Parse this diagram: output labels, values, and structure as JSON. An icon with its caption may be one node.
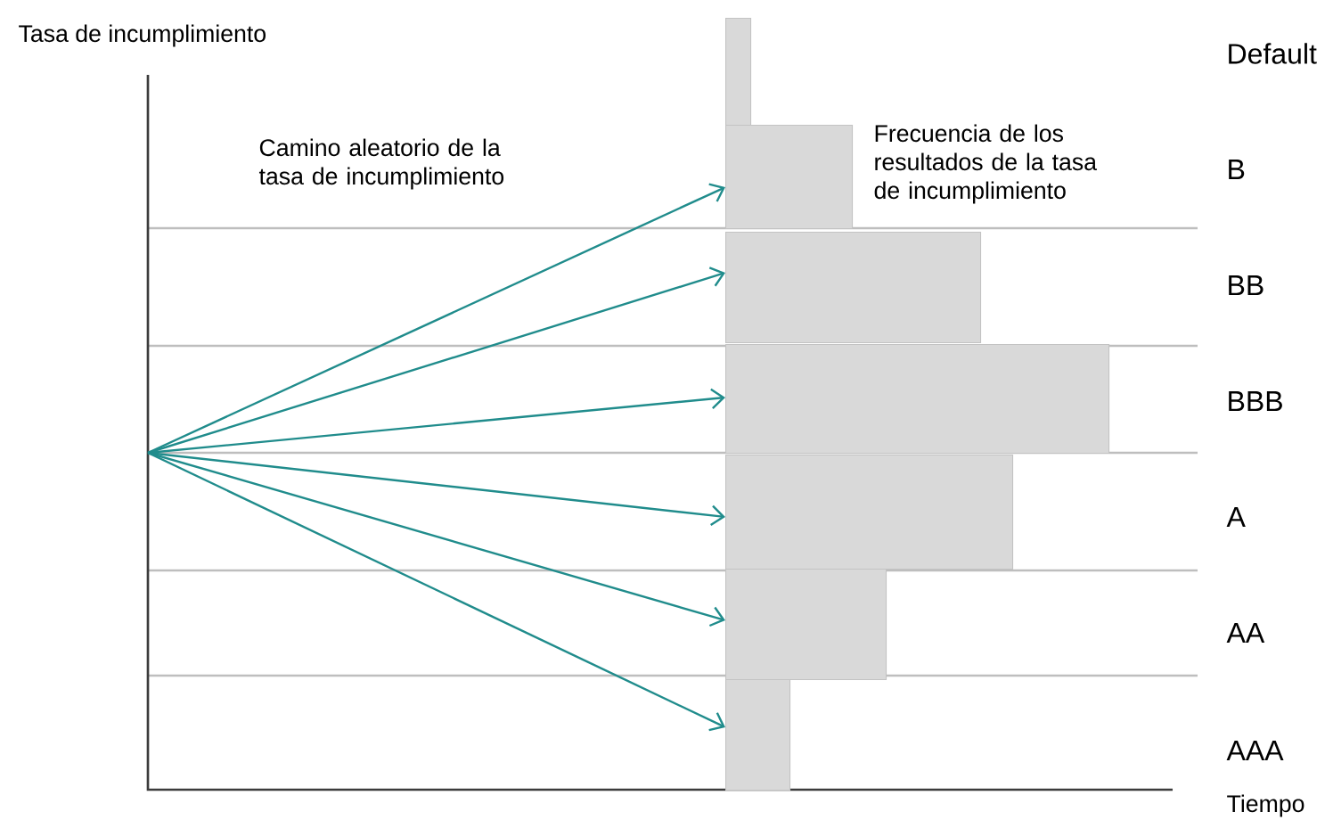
{
  "diagram": {
    "nodes": [
      {
        "text": [],
        "shape": "bar"
      },
      {
        "text": [],
        "shape": "bar"
      },
      {
        "text": [],
        "shape": "bar"
      },
      {
        "text": [],
        "shape": "bar"
      },
      {
        "text": [],
        "shape": "bar"
      },
      {
        "text": [],
        "shape": "bar"
      },
      {
        "text": [],
        "shape": "bar"
      }
    ],
    "edges": [
      {
        "from": null,
        "to": 1,
        "arrow": "to"
      },
      {
        "from": null,
        "to": 2,
        "arrow": "to"
      },
      {
        "from": null,
        "to": 3,
        "arrow": "to"
      },
      {
        "from": null,
        "to": 4,
        "arrow": "to"
      },
      {
        "from": null,
        "to": 5,
        "arrow": "to"
      },
      {
        "from": null,
        "to": 6,
        "arrow": "to"
      }
    ],
    "labels": [
      "Tasa de incumplimiento",
      "Camino aleatorio de la tasa de incumplimiento",
      "Frecuencia de los resultados de la tasa de incumplimiento",
      "Default",
      "B",
      "BB",
      "BBB",
      "A",
      "AA",
      "AAA",
      "Tiempo"
    ]
  }
}
